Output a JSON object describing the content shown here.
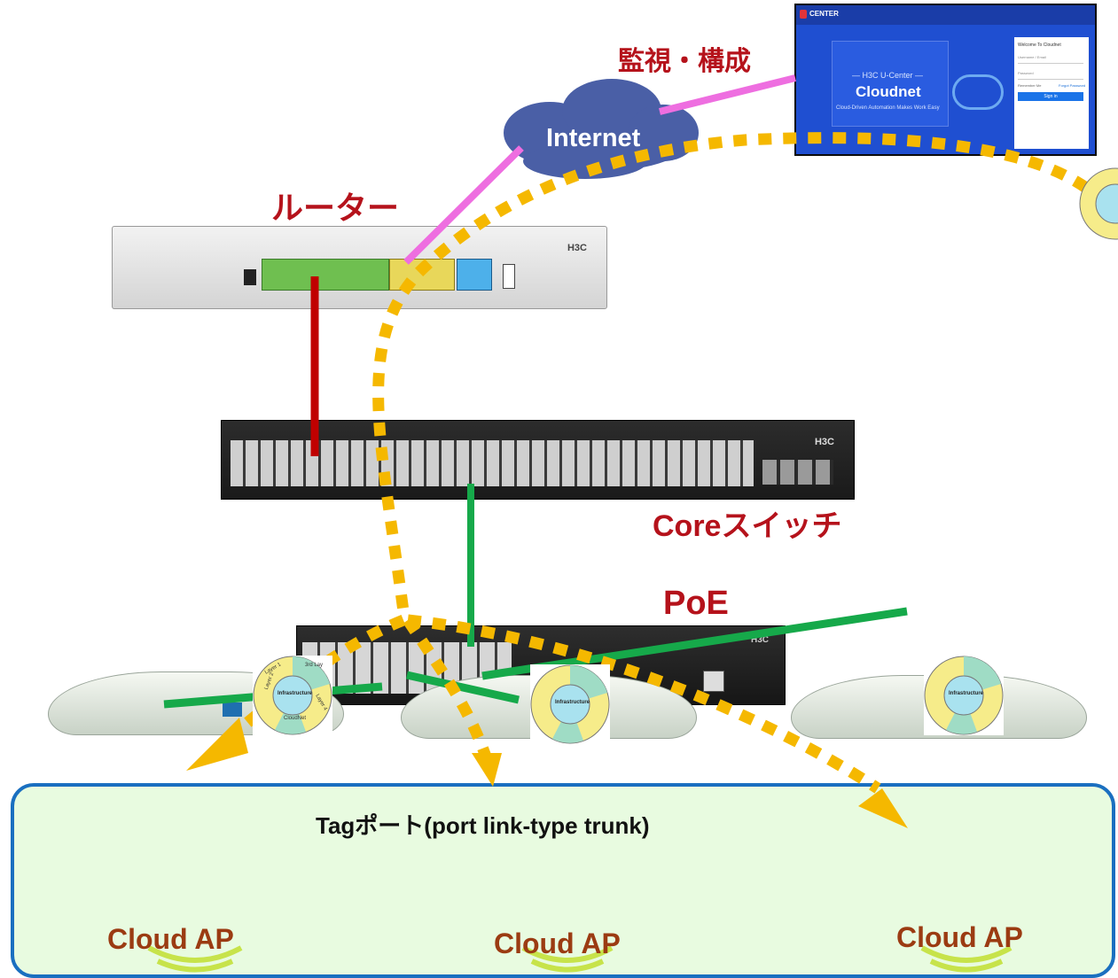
{
  "labels": {
    "monitoring": "監視・構成",
    "internet": "Internet",
    "router": "ルーター",
    "core_switch": "Coreスイッチ",
    "poe": "PoE",
    "tag_port": "Tagポート(port link-type trunk)",
    "ap1": "Cloud AP",
    "ap2": "Cloud AP",
    "ap3": "Cloud AP"
  },
  "cloudnet_screen": {
    "brand": "CENTER",
    "subtitle": "— H3C U-Center —",
    "title": "Cloudnet",
    "tagline": "Cloud-Driven Automation Makes Work Easy",
    "welcome": "Welcome To Cloudnet",
    "username_placeholder": "Username / Email",
    "password_placeholder": "Password",
    "remember": "Remember Me",
    "forgot": "Forgot Password",
    "sign_in": "Sign in"
  },
  "device_text": {
    "router_brand": "H3C",
    "core_brand": "H3C",
    "poe_brand": "H3C"
  },
  "badge": {
    "center": "Infrastructure",
    "segments": [
      "3rd Lay",
      "Layer 2",
      "Layer 4",
      "CloudNet",
      "Layer 1"
    ]
  },
  "colors": {
    "red_label": "#b5121b",
    "brown_label": "#9b3b12",
    "pink_line": "#ee6ee0",
    "red_line": "#c00000",
    "green_line": "#16a94a",
    "dotted_orange": "#f5b800",
    "ap_box_border": "#1a6fc0",
    "ap_box_fill": "#e8fbe0",
    "cloud_fill": "#4a5fa6"
  }
}
